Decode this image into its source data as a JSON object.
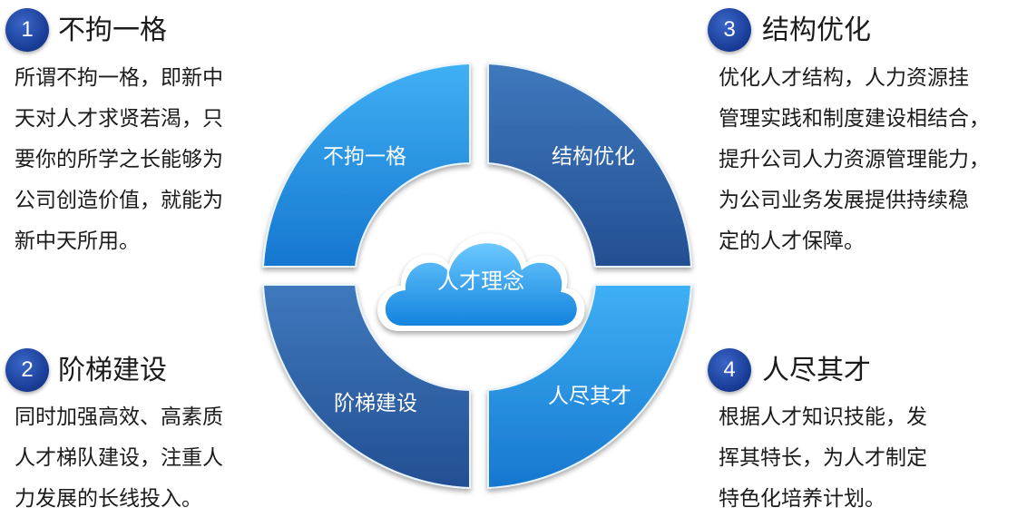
{
  "items": [
    {
      "number": "1",
      "title": "不拘一格",
      "lines": [
        "所谓不拘一格，即新中",
        "天对人才求贤若渴，只",
        "要你的所学之长能够为",
        "公司创造价值，就能为",
        "新中天所用。"
      ]
    },
    {
      "number": "2",
      "title": "阶梯建设",
      "lines": [
        "同时加强高效、高素质",
        "人才梯队建设，注重人",
        "力发展的长线投入。"
      ]
    },
    {
      "number": "3",
      "title": "结构优化",
      "lines": [
        "优化人才结构，人力资源挂",
        "管理实践和制度建设相结合，",
        "提升公司人力资源管理能力，",
        "为公司业务发展提供持续稳",
        "定的人才保障。"
      ]
    },
    {
      "number": "4",
      "title": "人尽其才",
      "lines": [
        "根据人才知识技能，发",
        "挥其特长，为人才制定",
        "特色化培养计划。"
      ]
    }
  ],
  "wheel": {
    "segments": [
      "不拘一格",
      "结构优化",
      "阶梯建设",
      "人尽其才"
    ],
    "center": "人才理念"
  },
  "colors": {
    "badge": "#173a93",
    "segment_light": "#1f8fe0",
    "segment_dark": "#2c63a8",
    "cloud": "#2196e6"
  }
}
